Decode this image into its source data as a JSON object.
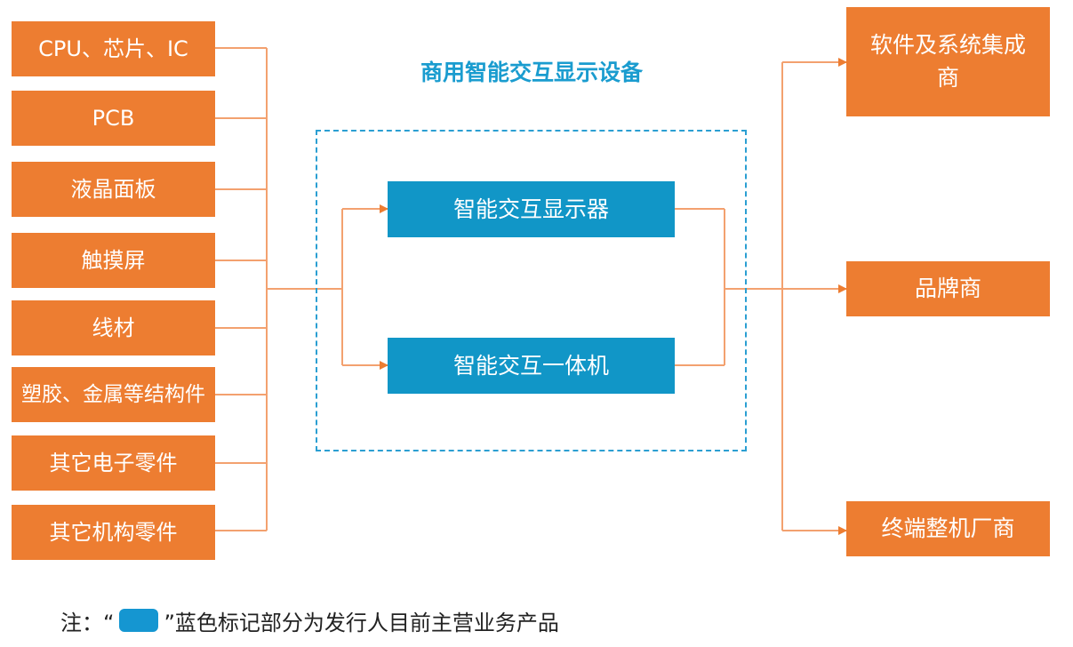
{
  "diagram": {
    "group_title": "商用智能交互显示设备",
    "inputs": [
      "CPU、芯片、IC",
      "PCB",
      "液晶面板",
      "触摸屏",
      "线材",
      "塑胶、金属等结构件",
      "其它电子零件",
      "其它机构零件"
    ],
    "products": [
      "智能交互显示器",
      "智能交互一体机"
    ],
    "outputs": [
      "软件及系统集成商",
      "品牌商",
      "终端整机厂商"
    ],
    "note": {
      "prefix": "注：“",
      "suffix": "”蓝色标记部分为发行人目前主营业务产品"
    },
    "colors": {
      "orange_box": "#ed7d31",
      "blue_box": "#1196c7",
      "connector": "#f3a16f",
      "dashed_border": "#2b9fd2",
      "title_text": "#1a9ccf",
      "legend_swatch": "#1596d1"
    }
  }
}
